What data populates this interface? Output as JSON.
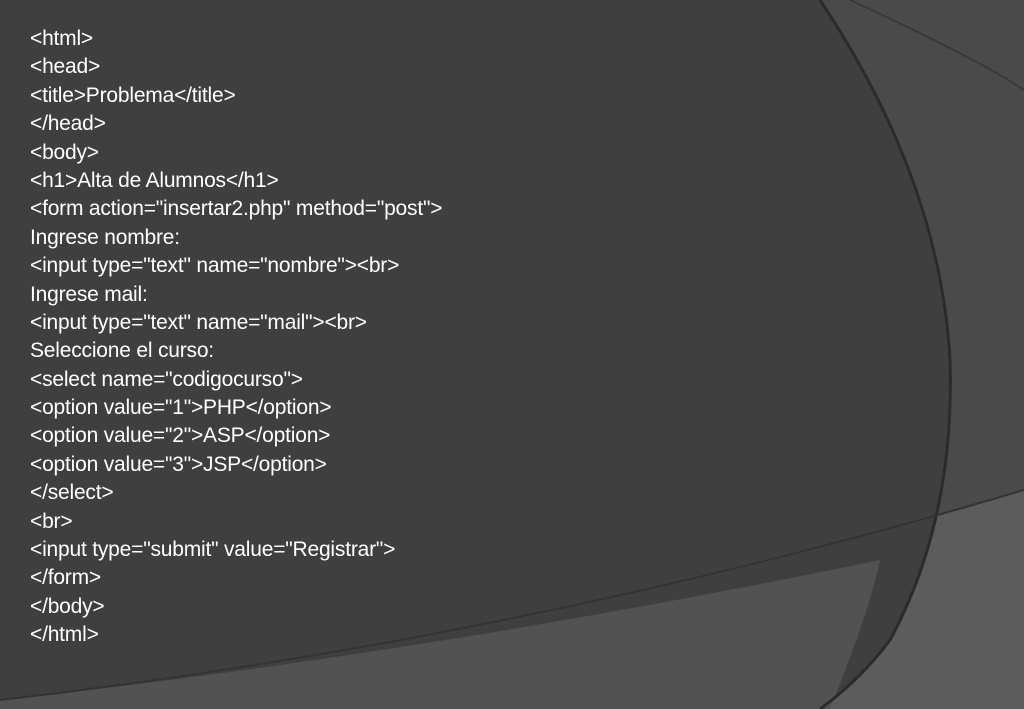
{
  "slide": {
    "colors": {
      "background": "#444444",
      "main_panel": "#3f3f40",
      "right_band": "#4d4d4d",
      "lower_band": "#5c5c5c",
      "curve_stroke": "#2a2a2a",
      "text": "#ffffff"
    },
    "code_lines": [
      "<html>",
      "<head>",
      "<title>Problema</title>",
      "</head>",
      "<body>",
      "<h1>Alta de Alumnos</h1>",
      "<form action=\"insertar2.php\" method=\"post\">",
      "Ingrese nombre:",
      "<input type=\"text\" name=\"nombre\"><br>",
      "Ingrese mail:",
      "<input type=\"text\" name=\"mail\"><br>",
      "Seleccione el curso:",
      "<select name=\"codigocurso\">",
      "<option value=\"1\">PHP</option>",
      "<option value=\"2\">ASP</option>",
      "<option value=\"3\">JSP</option>",
      "</select>",
      "<br>",
      "<input type=\"submit\" value=\"Registrar\">",
      "</form>",
      "</body>",
      "</html>"
    ]
  }
}
